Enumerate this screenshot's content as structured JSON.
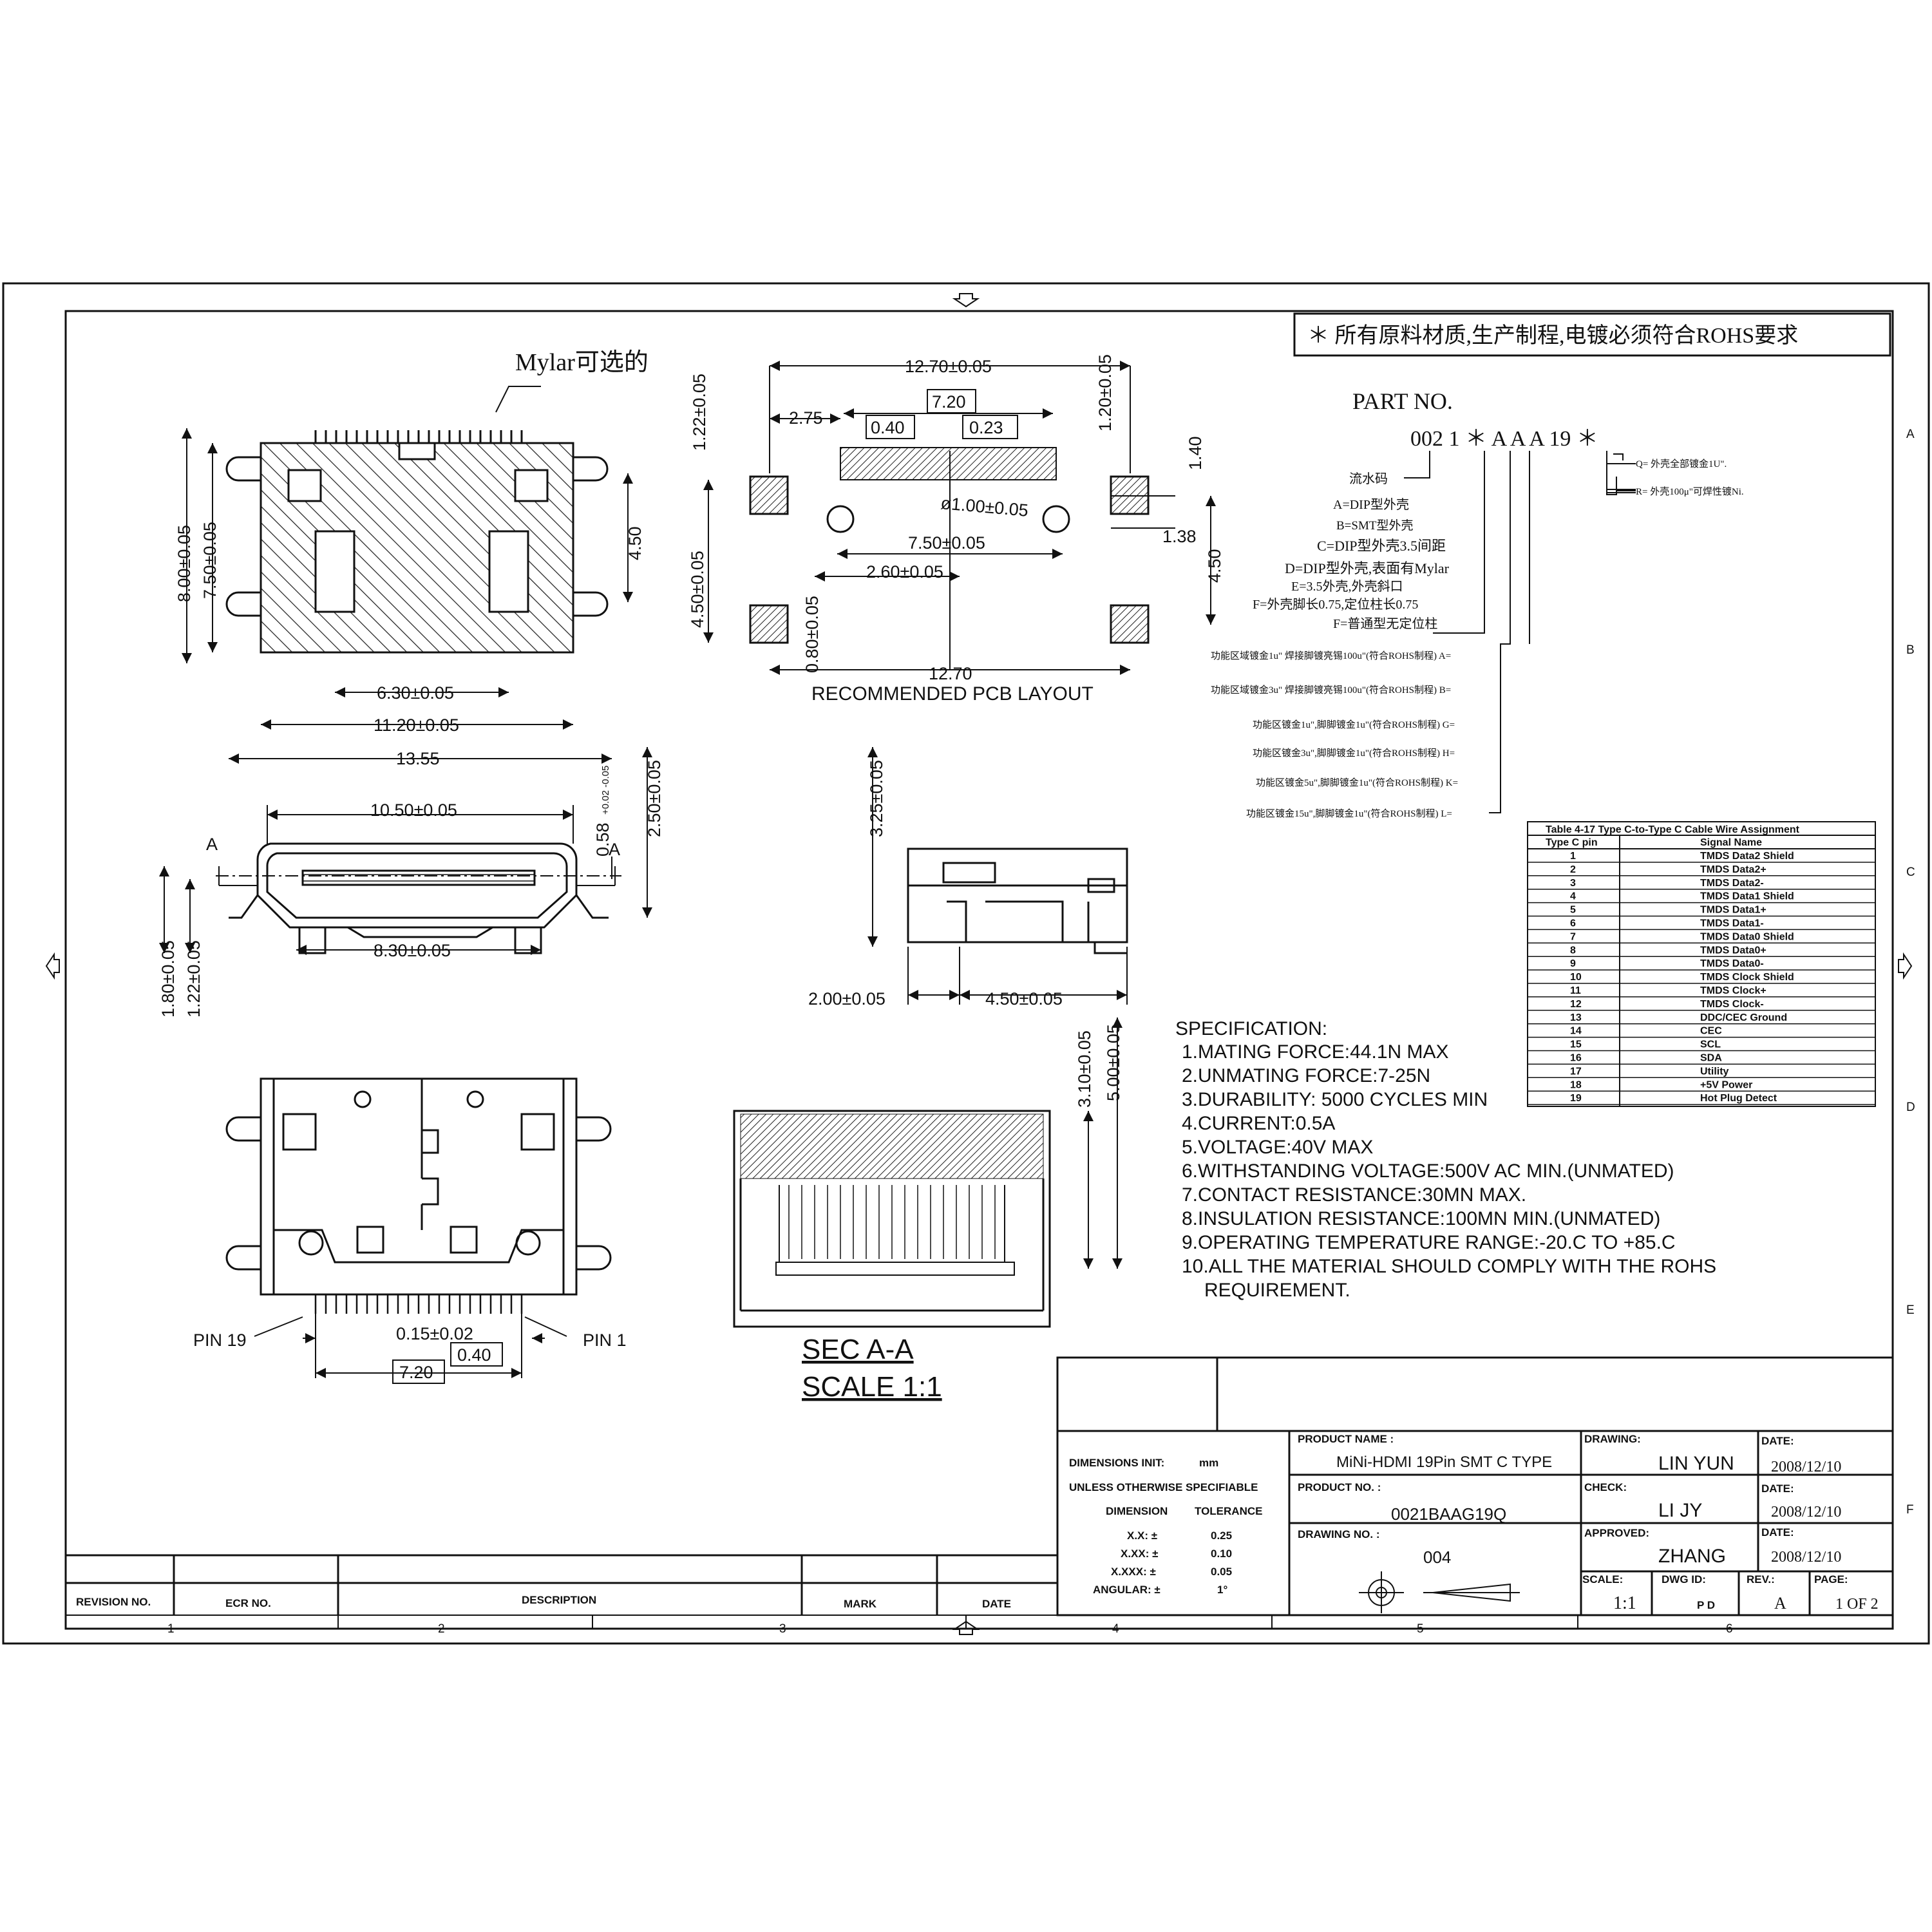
{
  "rohs_note": "＊ 所有原料材质,生产制程,电镀必须符合ROHS要求",
  "mylar_label": "Mylar可选的",
  "top_view": {
    "dims": {
      "height_outer": "8.00±0.05",
      "height_inner": "7.50±0.05",
      "right_4_50": "4.50",
      "w_6_30": "6.30±0.05",
      "w_11_20": "11.20±0.05",
      "w_13_55": "13.55"
    }
  },
  "pcb_layout": {
    "title": "RECOMMENDED PCB LAYOUT",
    "dims": {
      "w_12_70_top": "12.70±0.05",
      "w_7_20": "7.20",
      "w_2_75": "2.75",
      "w_0_40": "0.40",
      "w_0_23": "0.23",
      "v_1_22": "1.22±0.05",
      "v_1_20": "1.20±0.05",
      "v_1_40": "1.40",
      "phi_1_00": "ø1.00±0.05",
      "w_7_50": "7.50±0.05",
      "w_1_38": "1.38",
      "w_2_60": "2.60±0.05",
      "v_4_50_left": "4.50±0.05",
      "v_4_50_right": "4.50",
      "v_0_80": "0.80±0.05",
      "w_12_70_bottom": "12.70"
    }
  },
  "part_no": {
    "title": "PART NO.",
    "code": "002 1 ＊ A A A 19 ＊",
    "serial_label": "流水码",
    "options": [
      "A=DIP型外壳",
      "B=SMT型外壳",
      "C=DIP型外壳3.5间距",
      "D=DIP型外壳,表面有Mylar",
      "E=3.5外壳,外壳斜口",
      "F=外壳脚长0.75,定位柱长0.75",
      "F=普通型无定位柱"
    ],
    "plating": [
      "功能区域镀金1u\" 焊接脚镀亮锡100u\"(符合ROHS制程) A=",
      "功能区域镀金3u\" 焊接脚镀亮锡100u\"(符合ROHS制程) B=",
      "功能区镀金1u\",脚脚镀金1u\"(符合ROHS制程) G=",
      "功能区镀金3u\",脚脚镀金1u\"(符合ROHS制程) H=",
      "功能区镀金5u\",脚脚镀金1u\"(符合ROHS制程) K=",
      "功能区镀金15u\",脚脚镀金1u\"(符合ROHS制程) L="
    ],
    "shell_q": "Q= 外壳全部镀金1U\".",
    "shell_r": "R= 外壳100μ\"可焊性镀Ni."
  },
  "front_view": {
    "dims": {
      "w_10_50": "10.50±0.05",
      "v_0_58": "0.58",
      "v_0_58_tol": "+0.02\n-0.05",
      "v_2_50": "2.50±0.05",
      "w_8_30": "8.30±0.05",
      "v_1_80": "1.80±0.05",
      "v_1_22": "1.22±0.05",
      "section_a": "A"
    }
  },
  "side_view": {
    "dims": {
      "v_3_25": "3.25±0.05",
      "w_2_00": "2.00±0.05",
      "w_4_50": "4.50±0.05"
    }
  },
  "bottom_view": {
    "pin19": "PIN 19",
    "pin1": "PIN 1",
    "dims": {
      "w_0_15": "0.15±0.02",
      "w_0_40": "0.40",
      "w_7_20": "7.20"
    }
  },
  "section": {
    "label_1": "SEC    A-A",
    "label_2": "SCALE   1:1",
    "v_3_10": "3.10±0.05",
    "v_5_00": "5.00±0.05"
  },
  "specification": {
    "title": "SPECIFICATION:",
    "items": [
      "1.MATING FORCE:44.1N MAX",
      "2.UNMATING FORCE:7-25N",
      "3.DURABILITY: 5000 CYCLES MIN",
      "4.CURRENT:0.5A",
      "5.VOLTAGE:40V MAX",
      "6.WITHSTANDING VOLTAGE:500V AC MIN.(UNMATED)",
      "7.CONTACT RESISTANCE:30MN MAX.",
      "8.INSULATION RESISTANCE:100MN MIN.(UNMATED)",
      "9.OPERATING TEMPERATURE RANGE:-20.C TO +85.C",
      "10.ALL THE MATERIAL SHOULD COMPLY WITH THE ROHS",
      "REQUIREMENT."
    ]
  },
  "pin_table": {
    "title": "Table 4-17 Type C-to-Type C Cable Wire Assignment",
    "headers": [
      "Type C pin",
      "Signal Name"
    ],
    "rows": [
      [
        "1",
        "TMDS Data2 Shield"
      ],
      [
        "2",
        "TMDS Data2+"
      ],
      [
        "3",
        "TMDS Data2-"
      ],
      [
        "4",
        "TMDS Data1 Shield"
      ],
      [
        "5",
        "TMDS Data1+"
      ],
      [
        "6",
        "TMDS Data1-"
      ],
      [
        "7",
        "TMDS Data0 Shield"
      ],
      [
        "8",
        "TMDS Data0+"
      ],
      [
        "9",
        "TMDS Data0-"
      ],
      [
        "10",
        "TMDS Clock Shield"
      ],
      [
        "11",
        "TMDS Clock+"
      ],
      [
        "12",
        "TMDS Clock-"
      ],
      [
        "13",
        "DDC/CEC Ground"
      ],
      [
        "14",
        "CEC"
      ],
      [
        "15",
        "SCL"
      ],
      [
        "16",
        "SDA"
      ],
      [
        "17",
        "Utility"
      ],
      [
        "18",
        "+5V Power"
      ],
      [
        "19",
        "Hot Plug Detect"
      ]
    ]
  },
  "title_block": {
    "dimensions_unit_label": "DIMENSIONS INIT:",
    "dimensions_unit": "mm",
    "unless": "UNLESS OTHERWISE SPECIFIABLE",
    "dimension_hdr": "DIMENSION",
    "tolerance_hdr": "TOLERANCE",
    "tolerances": [
      [
        "X.X: ±",
        "0.25"
      ],
      [
        "X.XX: ±",
        "0.10"
      ],
      [
        "X.XXX: ±",
        "0.05"
      ],
      [
        "ANGULAR: ±",
        "1°"
      ]
    ],
    "product_name_label": "PRODUCT NAME :",
    "product_name": "MiNi-HDMI 19Pin SMT C TYPE",
    "product_no_label": "PRODUCT NO. :",
    "product_no": "0021BAAG19Q",
    "drawing_no_label": "DRAWING NO. :",
    "drawing_no": "004",
    "drawing_label": "DRAWING:",
    "drawing_by": "LIN YUN",
    "check_label": "CHECK:",
    "check_by": "LI JY",
    "approved_label": "APPROVED:",
    "approved_by": "ZHANG",
    "date_label": "DATE:",
    "date_1": "2008/12/10",
    "date_2": "2008/12/10",
    "date_3": "2008/12/10",
    "scale_label": "SCALE:",
    "scale": "1:1",
    "dwg_id_label": "DWG ID:",
    "dwg_id": "P D",
    "rev_label": "REV.:",
    "rev": "A",
    "page_label": "PAGE:",
    "page": "1 OF 2"
  },
  "revision_block": {
    "revision_no": "REVISION NO.",
    "ecr_no": "ECR NO.",
    "description": "DESCRIPTION",
    "mark": "MARK",
    "date": "DATE"
  },
  "zones": {
    "columns": [
      "1",
      "2",
      "3",
      "4",
      "5",
      "6"
    ],
    "rows": [
      "A",
      "B",
      "C",
      "D",
      "E",
      "F"
    ]
  }
}
